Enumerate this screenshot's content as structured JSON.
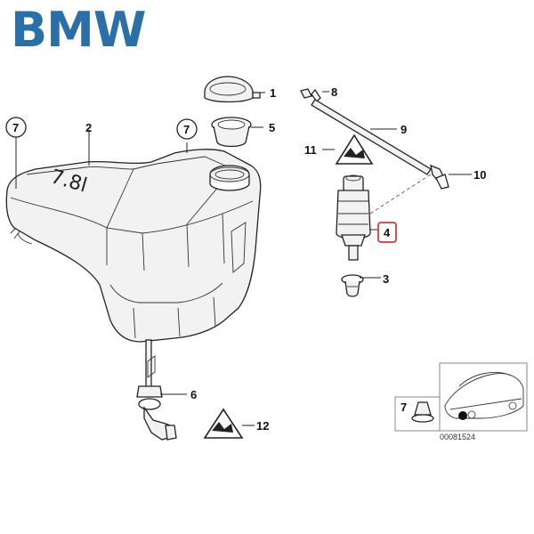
{
  "brand": {
    "name": "BMW",
    "color": "#2b6fa8"
  },
  "highlight_color": "#d23b3b",
  "callouts": {
    "p1": "1",
    "p2": "2",
    "p3": "3",
    "p4": "4",
    "p5": "5",
    "p6": "6",
    "p7a": "7",
    "p7b": "7",
    "p7c": "7",
    "p8": "8",
    "p9": "9",
    "p10": "10",
    "p11": "11",
    "p12": "12"
  },
  "inset": {
    "code": "00081524"
  },
  "warning_icons": [
    "hazard-triangle-icon",
    "hazard-triangle-icon"
  ]
}
